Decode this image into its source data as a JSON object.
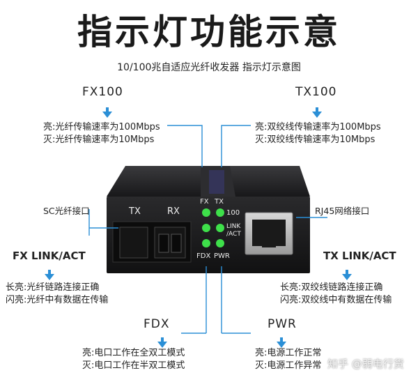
{
  "title": "指示灯功能示意",
  "subtitle": "10/100兆自适应光纤收发器 指示灯示意图",
  "fx100": {
    "name": "FX100",
    "lines": [
      "亮:光纤传输速率为100Mbps",
      "灭:光纤传输速率为10Mbps"
    ]
  },
  "tx100": {
    "name": "TX100",
    "lines": [
      "亮:双绞线传输速率为100Mbps",
      "灭:双绞线传输速率为10Mbps"
    ]
  },
  "sc_port": "SC光纤接口",
  "rj45_port": "RJ45网络接口",
  "fx_link": {
    "name": "FX LINK/ACT",
    "lines": [
      "长亮:光纤链路连接正确",
      "闪亮:光纤中有数据在传输"
    ]
  },
  "tx_link": {
    "name": "TX LINK/ACT",
    "lines": [
      "长亮:双绞线链路连接正确",
      "闪亮:双绞线中有数据在传输"
    ]
  },
  "fdx": {
    "name": "FDX",
    "lines": [
      "亮:电口工作在全双工模式",
      "灭:电口工作在半双工模式"
    ]
  },
  "pwr": {
    "name": "PWR",
    "lines": [
      "亮:电源工作正常",
      "灭:电源工作异常"
    ]
  },
  "device": {
    "tx": "TX",
    "rx": "RX",
    "led_fx": "FX",
    "led_tx": "TX",
    "led_100": "100",
    "led_link": "LINK",
    "led_act": "/ACT",
    "led_fdx": "FDX",
    "led_pwr": "PWR"
  },
  "watermark": "知乎 @弱电行货",
  "colors": {
    "arrow": "#2b8fd6",
    "leader": "#2b8fd6",
    "led": "#3ee04a",
    "device_body": "#1c1c1e"
  }
}
